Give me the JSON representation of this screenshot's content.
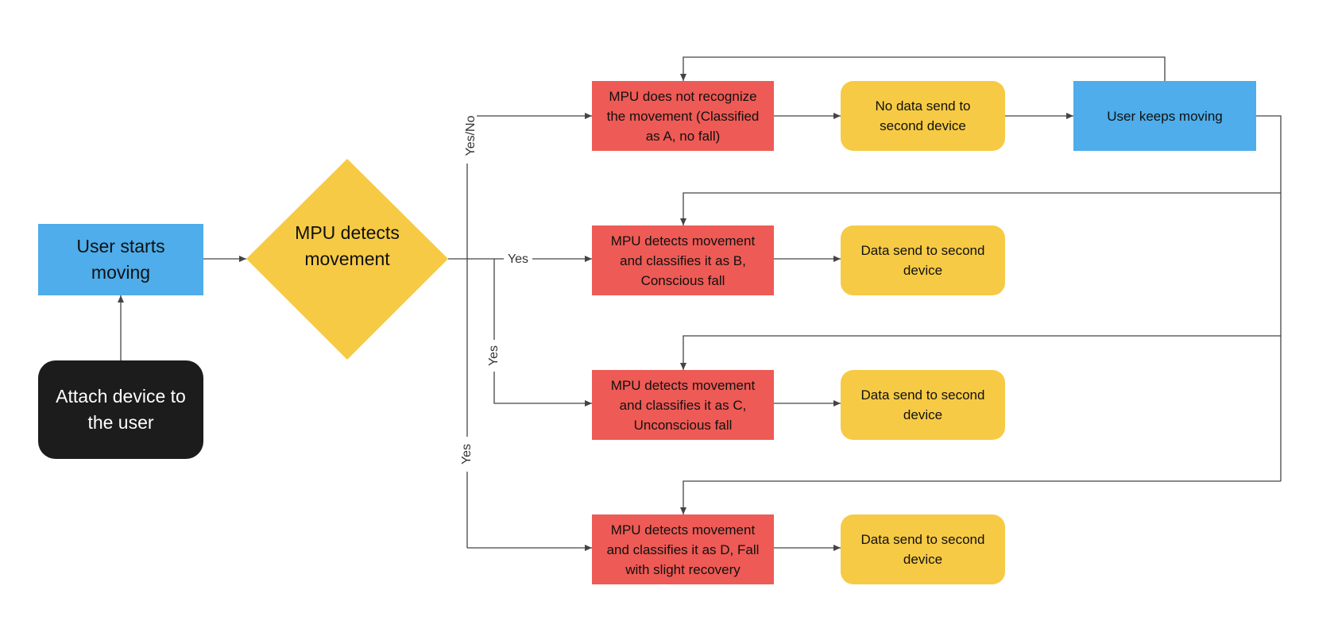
{
  "nodes": {
    "user_starts": "User starts moving",
    "attach_device": "Attach device to the user",
    "mpu_detects": "MPU detects movement",
    "a_not_recognize": "MPU does not recognize the movement (Classified as A, no fall)",
    "a_no_data": "No data send to second device",
    "user_keeps_moving": "User keeps moving",
    "b_conscious": "MPU detects movement and classifies it as B, Conscious fall",
    "b_data": "Data send to second device",
    "c_unconscious": "MPU detects movement and classifies it as C, Unconscious fall",
    "c_data": "Data send to second device",
    "d_recovery": "MPU detects movement and classifies it as D, Fall with slight recovery",
    "d_data": "Data send to second device"
  },
  "edge_labels": {
    "to_a": "Yes/No",
    "to_b": "Yes",
    "to_c": "Yes",
    "to_d": "Yes"
  },
  "colors": {
    "blue": "#4EADEA",
    "red": "#EE5A55",
    "yellow": "#F6CA44",
    "black": "#1C1C1C",
    "line": "#444444"
  }
}
